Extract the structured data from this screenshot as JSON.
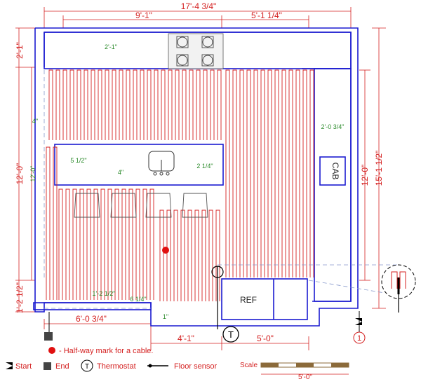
{
  "dimensions": {
    "overall_width": "17'-4 3/4\"",
    "top_left_width": "9'-1\"",
    "top_right_width": "5'-1 1/4\"",
    "left_top": "2'-1\"",
    "left_main": "12'-0\"",
    "left_bottom": "1'-2 1/2\"",
    "bottom_left": "6'-0 3/4\"",
    "bottom_mid": "4'-1\"",
    "bottom_right": "5'-0\"",
    "right_main": "12'-0\"",
    "right_overall": "15'-1 1/2\""
  },
  "spacing_notes": {
    "counter_depth": "2'-1\"",
    "left_gap": "4\"",
    "inner_left_height": "12'-0\"",
    "island_left": "5 1/2\"",
    "island_spacing": "4\"",
    "island_right": "2 1/4\"",
    "right_offset": "2'-0 3/4\"",
    "bottom_left_offset": "1'-2 1/2\"",
    "bottom_gap": "6 1/4\"",
    "bottom_inch": "1\""
  },
  "labels": {
    "cab": "CAB",
    "ref": "REF",
    "thermostat_symbol": "T",
    "callout": "1"
  },
  "legend": {
    "halfway": "- Half-way mark for a cable.",
    "start": "Start",
    "end": "End",
    "thermostat": "Thermostat",
    "floor_sensor": "Floor sensor",
    "scale_label": "Scale",
    "scale_value": "5'-0\""
  },
  "colors": {
    "wall": "#1b1bd0",
    "cable": "#d42020",
    "note": "#2a8a2a"
  }
}
